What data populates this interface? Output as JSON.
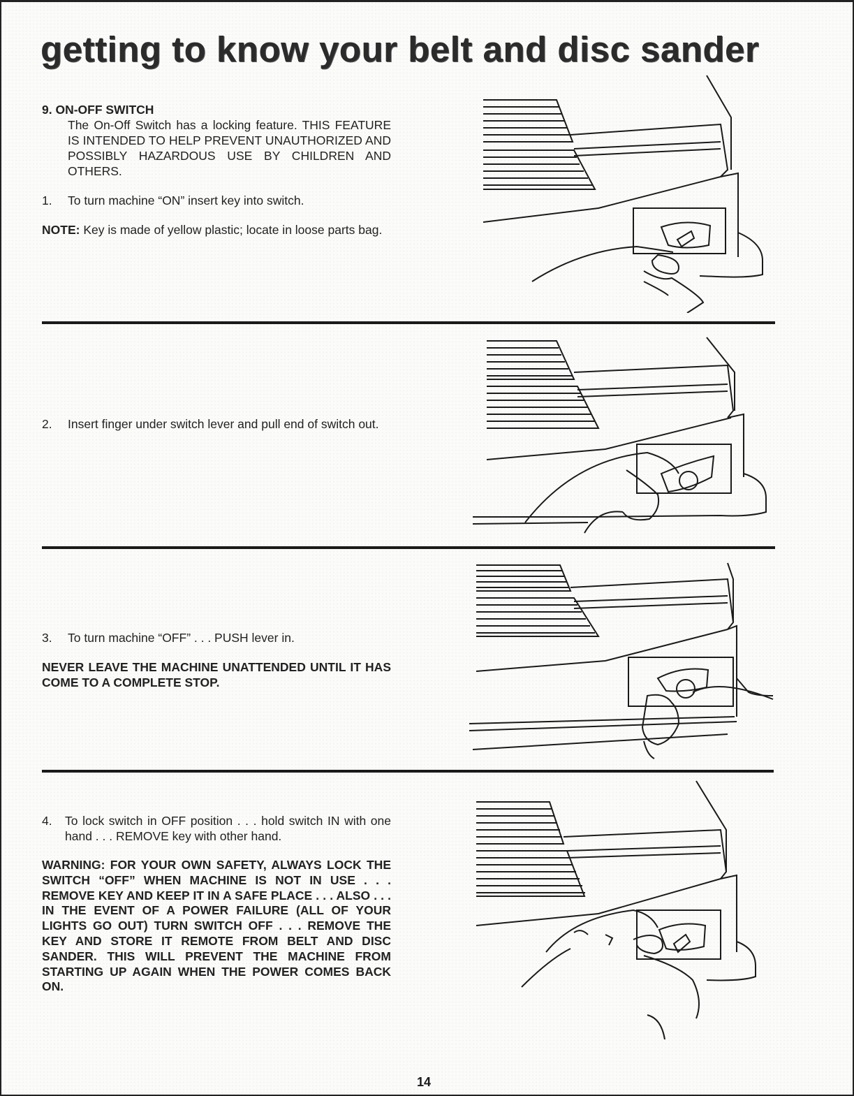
{
  "title": "getting to know your belt and disc sander",
  "section1": {
    "heading": "9. ON-OFF SWITCH",
    "intro": "The On-Off Switch has a locking feature. THIS FEATURE IS INTENDED TO HELP PREVENT UNAUTHORIZED AND POSSIBLY HAZARDOUS USE BY CHILDREN AND OTHERS.",
    "step_num": "1.",
    "step_text": "To turn machine “ON” insert key into switch.",
    "note_label": "NOTE:",
    "note_text": " Key is made of yellow plastic; locate in loose parts bag."
  },
  "section2": {
    "step_num": "2.",
    "step_text": "Insert finger under switch lever and pull end of switch out."
  },
  "section3": {
    "step_num": "3.",
    "step_text": "To turn machine “OFF” . . . PUSH lever in.",
    "warning": "NEVER LEAVE THE MACHINE UNATTENDED UNTIL IT HAS COME TO A COMPLETE STOP."
  },
  "section4": {
    "step_num": "4.",
    "step_text": "To lock switch in OFF position . . . hold switch IN with one hand . . . REMOVE key with other hand.",
    "warning": "WARNING: FOR YOUR OWN SAFETY, ALWAYS LOCK THE SWITCH “OFF” WHEN MACHINE IS NOT IN USE . . . REMOVE KEY AND KEEP IT IN A SAFE PLACE . . . ALSO . . . IN THE EVENT OF A POWER FAILURE (ALL OF YOUR LIGHTS GO OUT) TURN SWITCH OFF . . . REMOVE THE KEY AND STORE IT REMOTE FROM BELT AND DISC SANDER. THIS WILL PREVENT THE MACHINE FROM STARTING UP AGAIN WHEN THE POWER COMES BACK ON."
  },
  "page_number": "14"
}
